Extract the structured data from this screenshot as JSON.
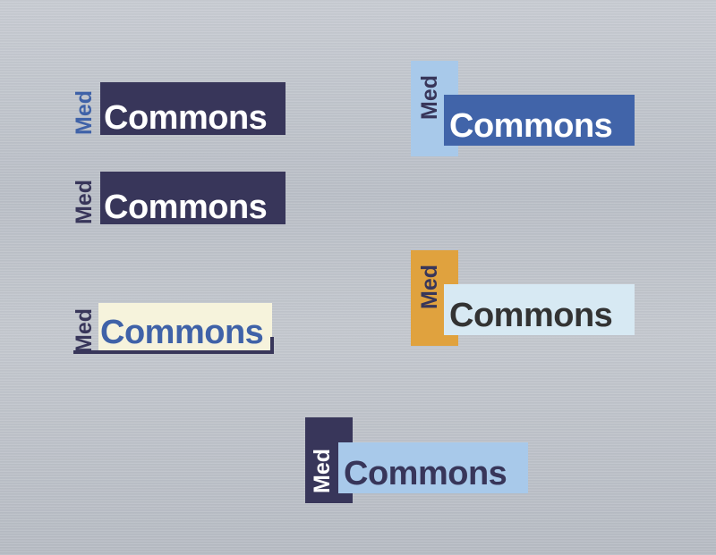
{
  "logos": [
    {
      "med": "Med",
      "commons": "Commons",
      "colors": {
        "med_bar": "",
        "commons_bar": "#38365a",
        "med_text": "#3f62a8",
        "commons_text": "#ffffff"
      }
    },
    {
      "med": "Med",
      "commons": "Commons",
      "colors": {
        "med_bar": "",
        "commons_bar": "#38365a",
        "med_text": "#38365a",
        "commons_text": "#ffffff"
      }
    },
    {
      "med": "Med",
      "commons": "Commons",
      "colors": {
        "med_bar": "",
        "commons_bar": "#f6f3dc",
        "med_text": "#38365a",
        "commons_text": "#3f62a8",
        "frame": "#38365a"
      }
    },
    {
      "med": "Med",
      "commons": "Commons",
      "colors": {
        "med_bar": "#a8c9ea",
        "commons_bar": "#4164a9",
        "med_text": "#38365a",
        "commons_text": "#ffffff"
      }
    },
    {
      "med": "Med",
      "commons": "Commons",
      "colors": {
        "med_bar": "#e0a23e",
        "commons_bar": "#d7e9f3",
        "med_text": "#38365a",
        "commons_text": "#333333"
      }
    },
    {
      "med": "Med",
      "commons": "Commons",
      "colors": {
        "med_bar": "#38365a",
        "commons_bar": "#a8c9ea",
        "med_text": "#ffffff",
        "commons_text": "#38365a"
      }
    }
  ]
}
